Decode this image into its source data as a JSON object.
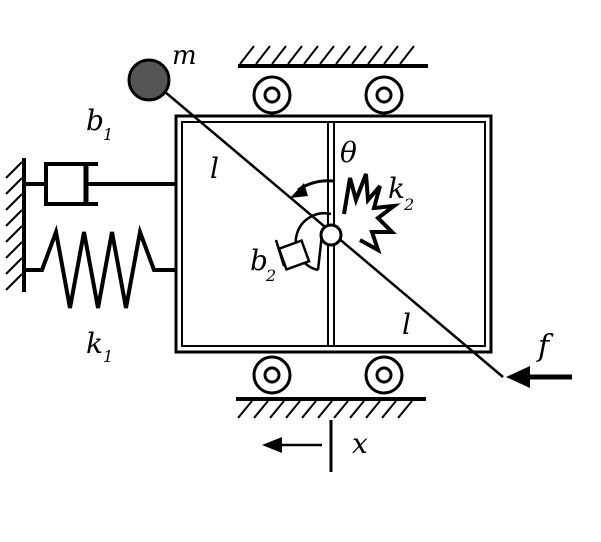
{
  "labels": {
    "mass": "m",
    "damper1": "b",
    "damper1_sub": "1",
    "spring1": "k",
    "spring1_sub": "1",
    "pendulum_upper": "l",
    "pendulum_lower": "l",
    "angle": "θ",
    "spring2": "k",
    "spring2_sub": "2",
    "damper2": "b",
    "damper2_sub": "2",
    "force": "f",
    "displacement": "x"
  },
  "colors": {
    "ink": "#000000",
    "mass_fill": "#555555",
    "background": "#ffffff"
  }
}
